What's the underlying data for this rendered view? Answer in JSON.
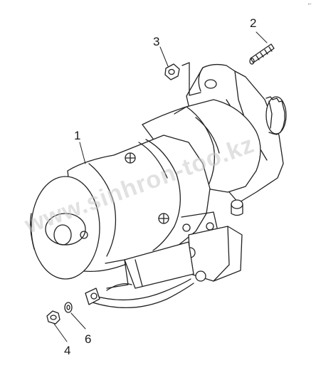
{
  "callouts": [
    {
      "id": "1",
      "label": "1"
    },
    {
      "id": "2",
      "label": "2"
    },
    {
      "id": "3",
      "label": "3"
    },
    {
      "id": "4",
      "label": "4"
    },
    {
      "id": "6",
      "label": "6"
    }
  ],
  "watermark": "www.sinhron-too.kz",
  "corner_mark": "⌐"
}
